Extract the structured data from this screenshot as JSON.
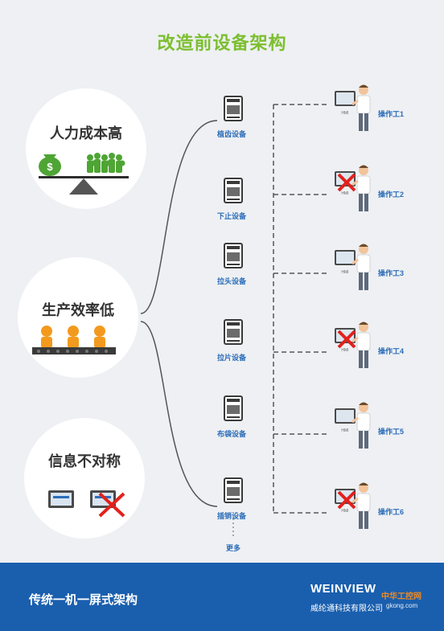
{
  "title": "改造前设备架构",
  "left_panels": {
    "labor": {
      "title": "人力成本高"
    },
    "efficiency": {
      "title": "生产效率低"
    },
    "information": {
      "title": "信息不对称"
    }
  },
  "devices": [
    {
      "label": "植齿设备"
    },
    {
      "label": "下止设备"
    },
    {
      "label": "拉头设备"
    },
    {
      "label": "拉片设备"
    },
    {
      "label": "布袋设备"
    },
    {
      "label": "插销设备"
    }
  ],
  "more_label": "更多",
  "workers": [
    {
      "label": "操作工1",
      "crossed": false
    },
    {
      "label": "操作工2",
      "crossed": true
    },
    {
      "label": "操作工3",
      "crossed": false
    },
    {
      "label": "操作工4",
      "crossed": true
    },
    {
      "label": "操作工5",
      "crossed": false
    },
    {
      "label": "操作工6",
      "crossed": true
    }
  ],
  "hmi_text": "HMI",
  "footer": {
    "text": "传统一机一屏式架构",
    "brand": "WEINVIEW",
    "brand_sub": "威纶通科技有限公司",
    "watermark": "中华工控网",
    "watermark_url": "gkong.com"
  },
  "colors": {
    "title": "#7cbf2f",
    "accent_blue": "#2b6cb8",
    "footer_bg": "#1a5fae",
    "cross_red": "#e2211c",
    "money_green": "#4ea534"
  }
}
